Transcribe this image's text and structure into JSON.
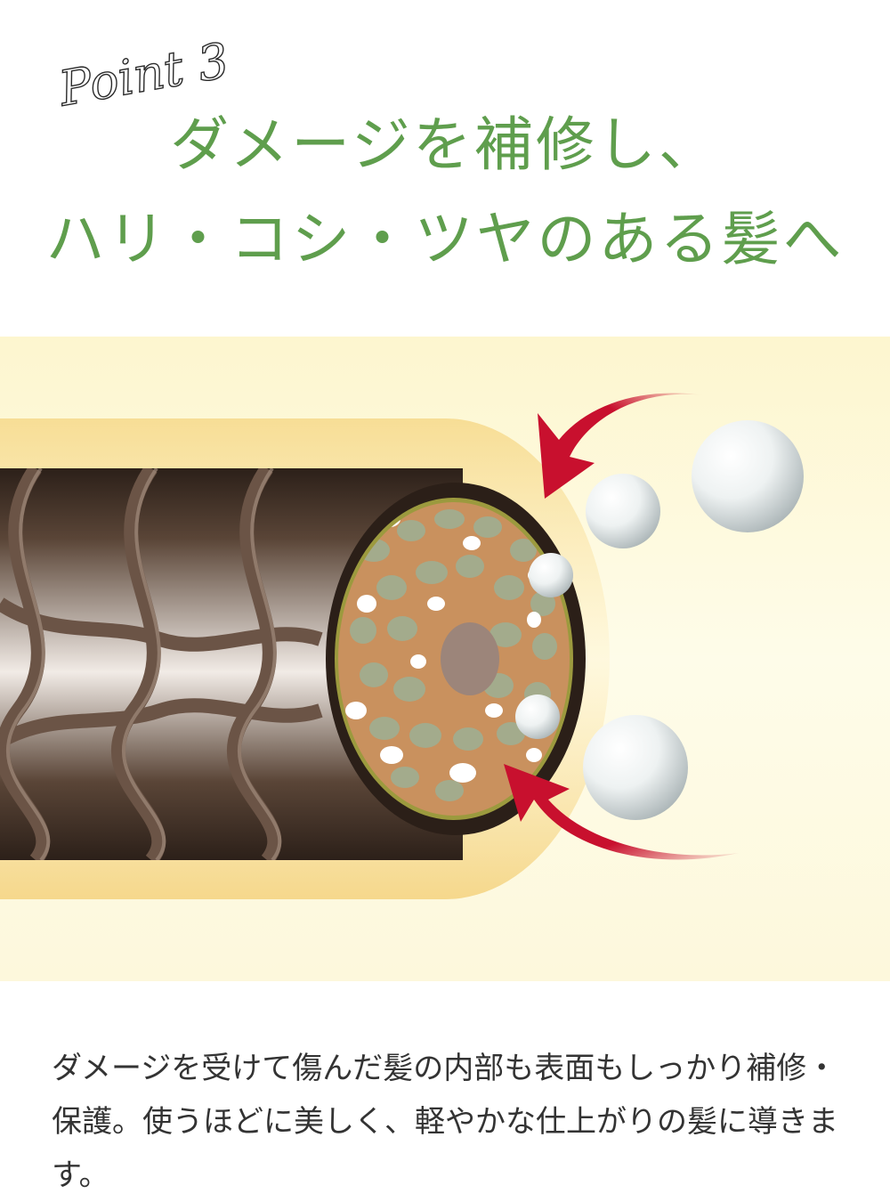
{
  "point_label": "Point 3",
  "headline": {
    "line1": "ダメージを補修し、",
    "line2": "ハリ・コシ・ツヤのある髪へ"
  },
  "body": "ダメージを受けて傷んだ髪の内部も表面もしっかり補修・保護。使うほどに美しく、軽やかな仕上がりの髪に導きます。",
  "colors": {
    "headline": "#5f9e4d",
    "body_text": "#333333",
    "arrow": "#c8102e",
    "hair_dark": "#3f2f26",
    "cortex": "#c9915e",
    "cuticle_ring": "#9c9a3e",
    "glow": "#fde7a3",
    "band_bg": "#fdfbe4"
  }
}
